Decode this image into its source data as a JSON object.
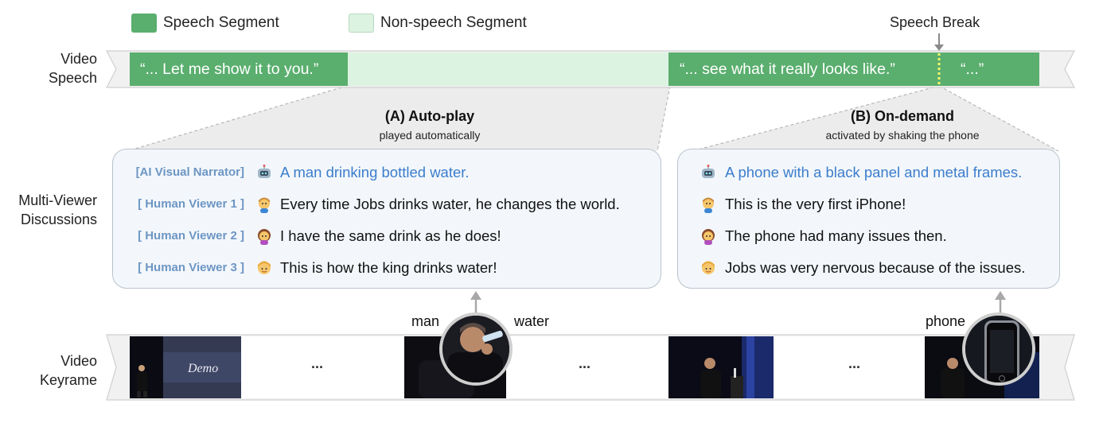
{
  "legend": {
    "speech_label": "Speech Segment",
    "nonspeech_label": "Non-speech Segment"
  },
  "colors": {
    "speech": "#5aae6e",
    "nonspeech": "#ddf3e2",
    "panel_bg": "#f3f7fb",
    "speaker_label": "#6d96c4",
    "ai_text": "#3b7dcc",
    "speech_break": "#f3f56a"
  },
  "speech_break_label": "Speech Break",
  "rows": {
    "video_speech_line1": "Video",
    "video_speech_line2": "Speech",
    "discussions_line1": "Multi-Viewer",
    "discussions_line2": "Discussions",
    "keyframe_line1": "Video",
    "keyframe_line2": "Keyrame"
  },
  "speech_segments": {
    "seg1": "“... Let me show it to you.”",
    "seg2": "“... see what it really looks like.”",
    "seg3": "“...”"
  },
  "autoplay": {
    "title": "(A) Auto-play",
    "subtitle": "played automatically",
    "rows": [
      {
        "speaker": "[AI Visual Narrator]",
        "icon": "robot-icon",
        "text": "A man drinking bottled water.",
        "ai": true
      },
      {
        "speaker": "[ Human Viewer 1 ]",
        "icon": "viewer-1-icon",
        "text": "Every time Jobs drinks water, he changes the world.",
        "ai": false
      },
      {
        "speaker": "[ Human Viewer 2 ]",
        "icon": "viewer-2-icon",
        "text": "I have the same drink as he does!",
        "ai": false
      },
      {
        "speaker": "[ Human Viewer 3 ]",
        "icon": "viewer-3-icon",
        "text": "This is how the king drinks water!",
        "ai": false
      }
    ]
  },
  "ondemand": {
    "title": "(B) On-demand",
    "subtitle": "activated by shaking the phone",
    "rows": [
      {
        "icon": "robot-icon",
        "text": "A phone with a black panel and metal frames.",
        "ai": true
      },
      {
        "icon": "viewer-1-icon",
        "text": "This is the very first iPhone!",
        "ai": false
      },
      {
        "icon": "viewer-2-icon",
        "text": "The phone had many issues then.",
        "ai": false
      },
      {
        "icon": "viewer-3-icon",
        "text": "Jobs was very nervous because of the issues.",
        "ai": false
      }
    ]
  },
  "keyframes": {
    "frame1_text": "Demo",
    "ellipsis": "...",
    "keyword_man": "man",
    "keyword_water": "water",
    "keyword_phone": "phone"
  }
}
